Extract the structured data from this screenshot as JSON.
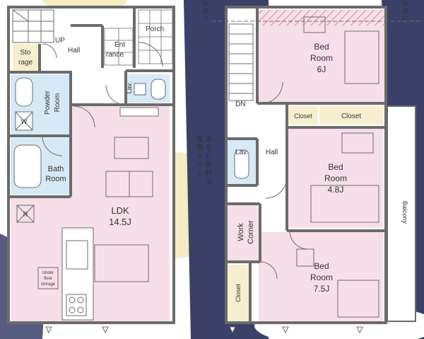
{
  "floor1": {
    "storage": {
      "line1": "Sto",
      "line2": "rage"
    },
    "up": "UP",
    "hall": "Hall",
    "entrance": {
      "line1": "Ent",
      "line2": "rance"
    },
    "porch": "Porch",
    "lav": "Lav.",
    "powder_room": {
      "line1": "Powder",
      "line2": "Room"
    },
    "w_mark": "W",
    "bath": {
      "line1": "Bath",
      "line2": "Room"
    },
    "ldk": {
      "name": "LDK",
      "size": "14.5J"
    },
    "r_mark": "R",
    "under_floor": {
      "line1": "Under",
      "line2": "floor",
      "line3": "storage"
    }
  },
  "floor2": {
    "bed1": {
      "name1": "Bed",
      "name2": "Room",
      "size": "6J"
    },
    "dn": "DN",
    "closet_a": "Closet",
    "closet_b": "Closet",
    "lav": "Lav.",
    "hall": "Hall",
    "bed2": {
      "name1": "Bed",
      "name2": "Room",
      "size": "4.8J"
    },
    "balcony": "Balcony",
    "work_corner": {
      "line1": "Work",
      "line2": "Corner"
    },
    "bed3": {
      "name1": "Bed",
      "name2": "Room",
      "size": "7.5J"
    },
    "closet_c": "Closet",
    "note": [
      "あ",
      "る",
      "と",
      "便",
      "利",
      "な",
      "複",
      "数",
      "ト",
      "イ",
      "レ"
    ],
    "top_marks": [
      "吹",
      "抜",
      "け"
    ]
  },
  "colors": {
    "wall": "#6b6b6b",
    "room_pink": "#f7dfe9",
    "water_blue": "#d6e9f6",
    "closet_yellow": "#f6efcf",
    "moon_yellow": "#f4ecc2",
    "navy": "#3a4068"
  }
}
